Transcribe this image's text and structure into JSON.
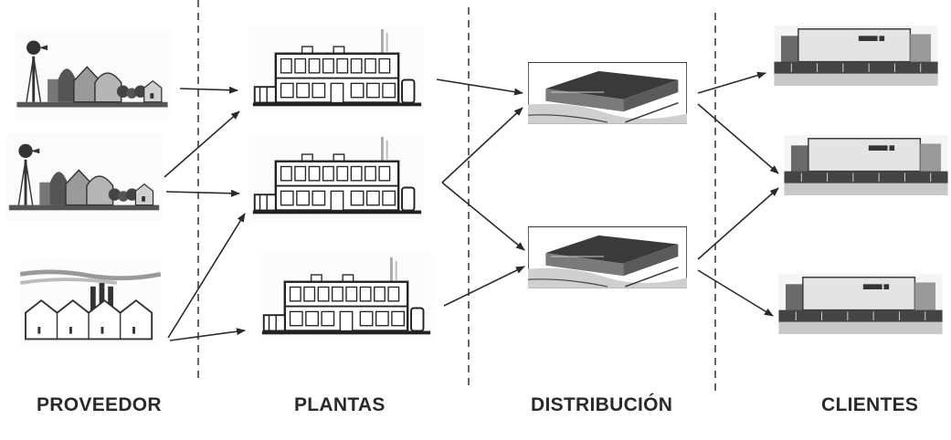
{
  "columns": [
    {
      "key": "proveedor",
      "label": "PROVEEDOR",
      "count": 3
    },
    {
      "key": "plantas",
      "label": "PLANTAS",
      "count": 3
    },
    {
      "key": "distribucion",
      "label": "DISTRIBUCIÓN",
      "count": 2
    },
    {
      "key": "clientes",
      "label": "CLIENTES",
      "count": 3
    }
  ],
  "colors": {
    "ink": "#2a2a2a",
    "gray": "#8a8a8a",
    "dark": "#3a3a3a",
    "light": "#d9d9d9",
    "photo": "#bdbdbd"
  },
  "icons": {
    "farm": "farm-icon",
    "factory": "factory-icon",
    "plant": "plant-building-icon",
    "warehouse": "distribution-warehouse-icon",
    "store": "store-building-icon"
  }
}
